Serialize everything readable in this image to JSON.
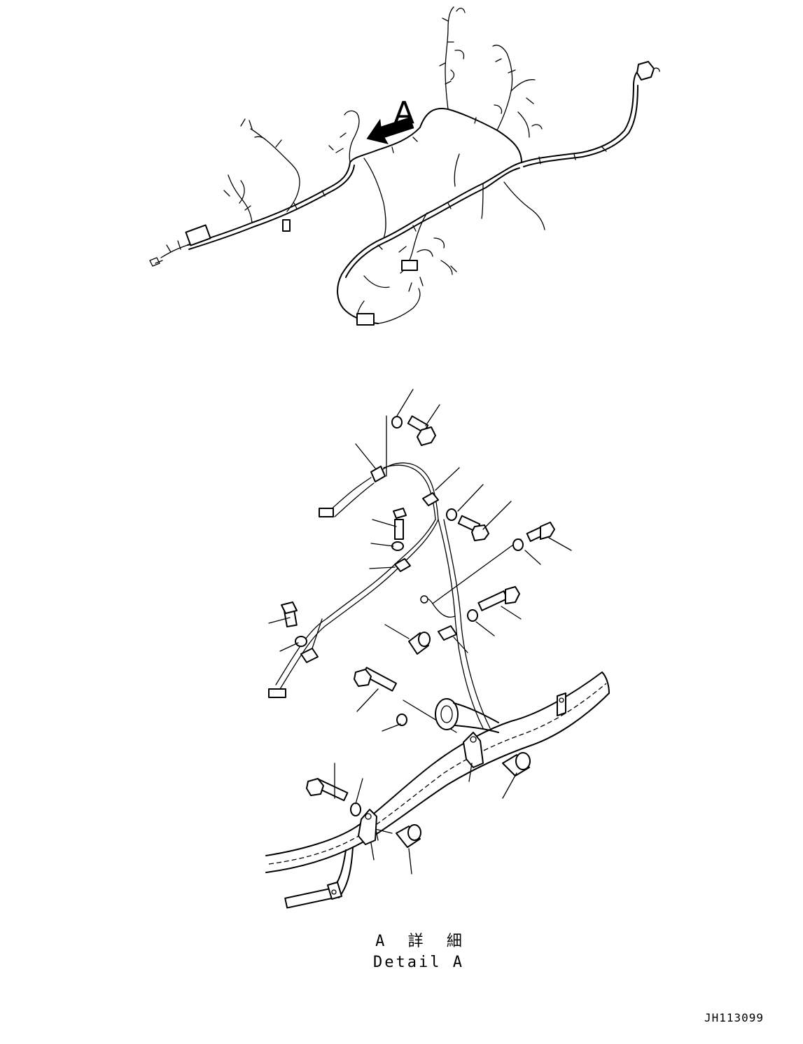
{
  "overview": {
    "callout_letter": "A"
  },
  "caption": {
    "japanese": "A 詳 細",
    "english": "Detail A"
  },
  "drawing_code": "JH113099"
}
